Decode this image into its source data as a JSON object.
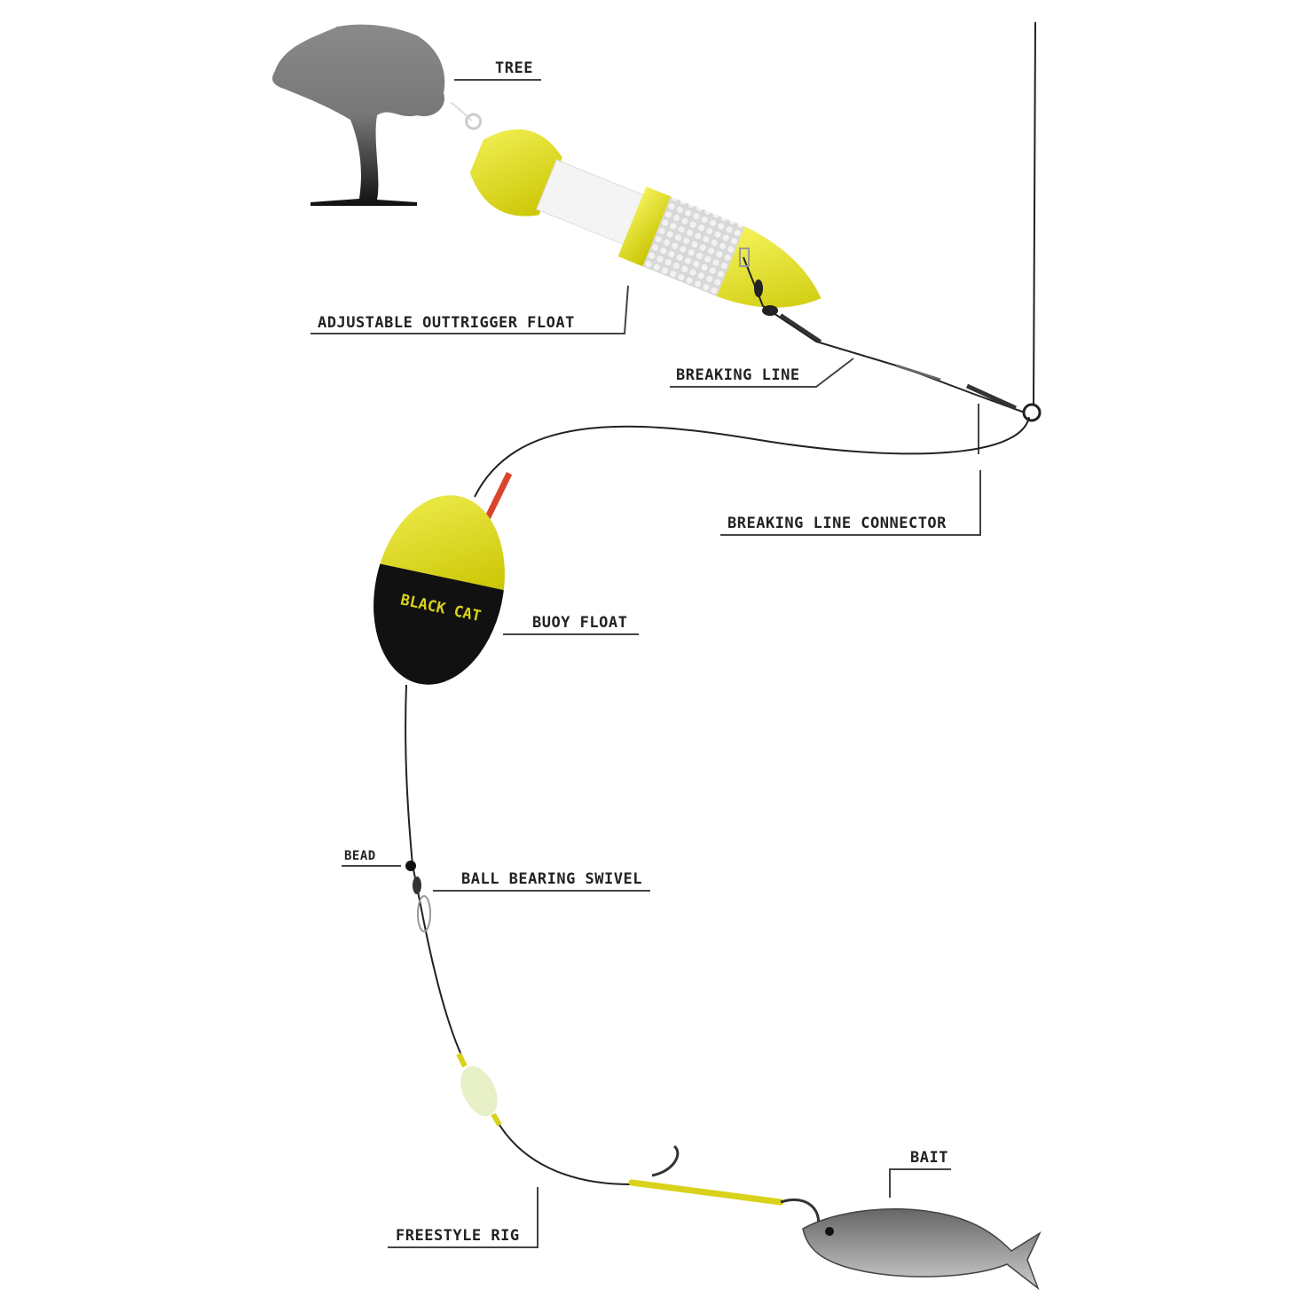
{
  "labels": {
    "tree": "TREE",
    "outrigger_float": "ADJUSTABLE OUTTRIGGER FLOAT",
    "breaking_line": "BREAKING LINE",
    "breaking_line_connector": "BREAKING LINE CONNECTOR",
    "buoy_float": "BUOY FLOAT",
    "bead": "BEAD",
    "ball_bearing_swivel": "BALL BEARING SWIVEL",
    "freestyle_rig": "FREESTYLE RIG",
    "bait": "BAIT"
  },
  "logo_text": "BLACK CAT",
  "colors": {
    "float_yellow": "#e6e21c",
    "float_black": "#111111",
    "antenna_red": "#d9452a",
    "label_text": "#222222"
  }
}
